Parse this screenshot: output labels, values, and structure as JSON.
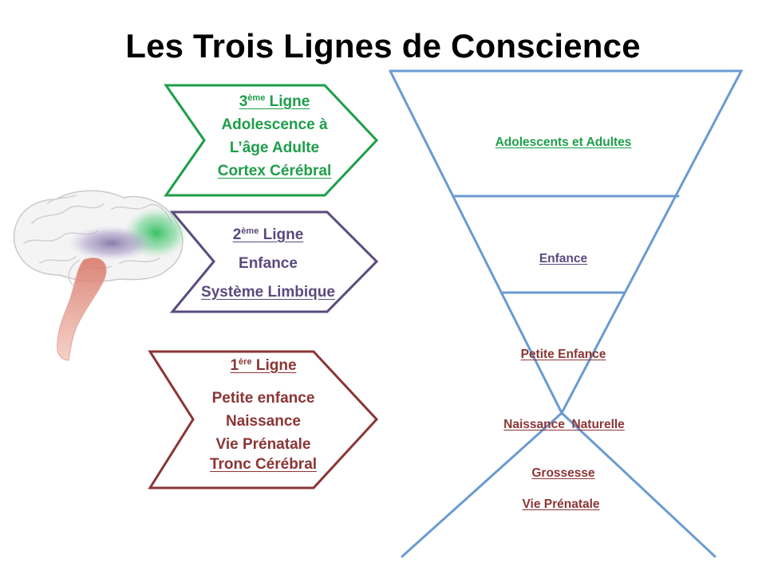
{
  "title": "Les Trois Lignes de Conscience",
  "colors": {
    "third_line": "#1e9e4a",
    "second_line": "#5a4a7e",
    "first_line": "#8b3535",
    "funnel": "#6a9bd1"
  },
  "lines": {
    "third": {
      "num": "3",
      "sup": "ème",
      "word": "Ligne",
      "l2": "Adolescence à",
      "l3": "L’âge Adulte",
      "l4": "Cortex Cérébral"
    },
    "second": {
      "num": "2",
      "sup": "ème",
      "word": "Ligne",
      "l2": "Enfance",
      "l3": "Système Limbique"
    },
    "first": {
      "num": "1",
      "sup": "ère",
      "word": "Ligne",
      "l2": "Petite enfance",
      "l3": "Naissance",
      "l4": "Vie Prénatale",
      "l5": "Tronc Cérébral"
    }
  },
  "funnel": {
    "top": "Adolescents et Adultes",
    "middle": "Enfance",
    "bottom": "Petite Enfance",
    "vertex": "Naissance  Naturelle",
    "below1": "Grossesse",
    "below2": "Vie Prénatale"
  }
}
